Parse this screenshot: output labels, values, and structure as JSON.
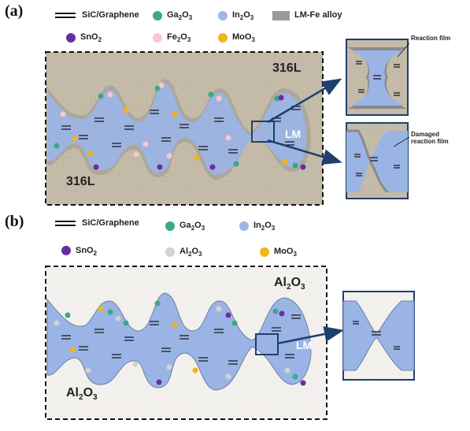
{
  "panel_a": {
    "label": "(a)",
    "legend": {
      "sic": "SiC/Graphene",
      "ga2o3": "Ga2O3",
      "in2o3": "In2O3",
      "lmfe": "LM-Fe alloy",
      "sno2": "SnO2",
      "fe2o3": "Fe2O3",
      "moo3": "MoO3"
    },
    "top_substrate": "316L",
    "bottom_substrate": "316L",
    "lm": "LM",
    "callout_top": "Reaction film",
    "callout_bottom_1": "Damaged",
    "callout_bottom_2": "reaction film"
  },
  "panel_b": {
    "label": "(b)",
    "legend": {
      "sic": "SiC/Graphene",
      "ga2o3": "Ga2O3",
      "in2o3": "In2O3",
      "sno2": "SnO2",
      "al2o3": "Al2O3",
      "moo3": "MoO3"
    },
    "top_substrate": "Al2O3",
    "bottom_substrate": "Al2O3",
    "lm": "LM"
  },
  "colors": {
    "steel": "#c2b8a6",
    "ceramic": "#f3f1ee",
    "lm": "#9bb4e6",
    "lm_edge": "#6e7f9e",
    "film": "#8a8a8a",
    "ga2o3": "#3aa889",
    "in2o3": "#9cb6e6",
    "sno2": "#6a2ea0",
    "fe2o3": "#f7c8cc",
    "moo3": "#f2b31c",
    "al2o3": "#d2d2d2",
    "arrow": "#1f3f6e"
  }
}
